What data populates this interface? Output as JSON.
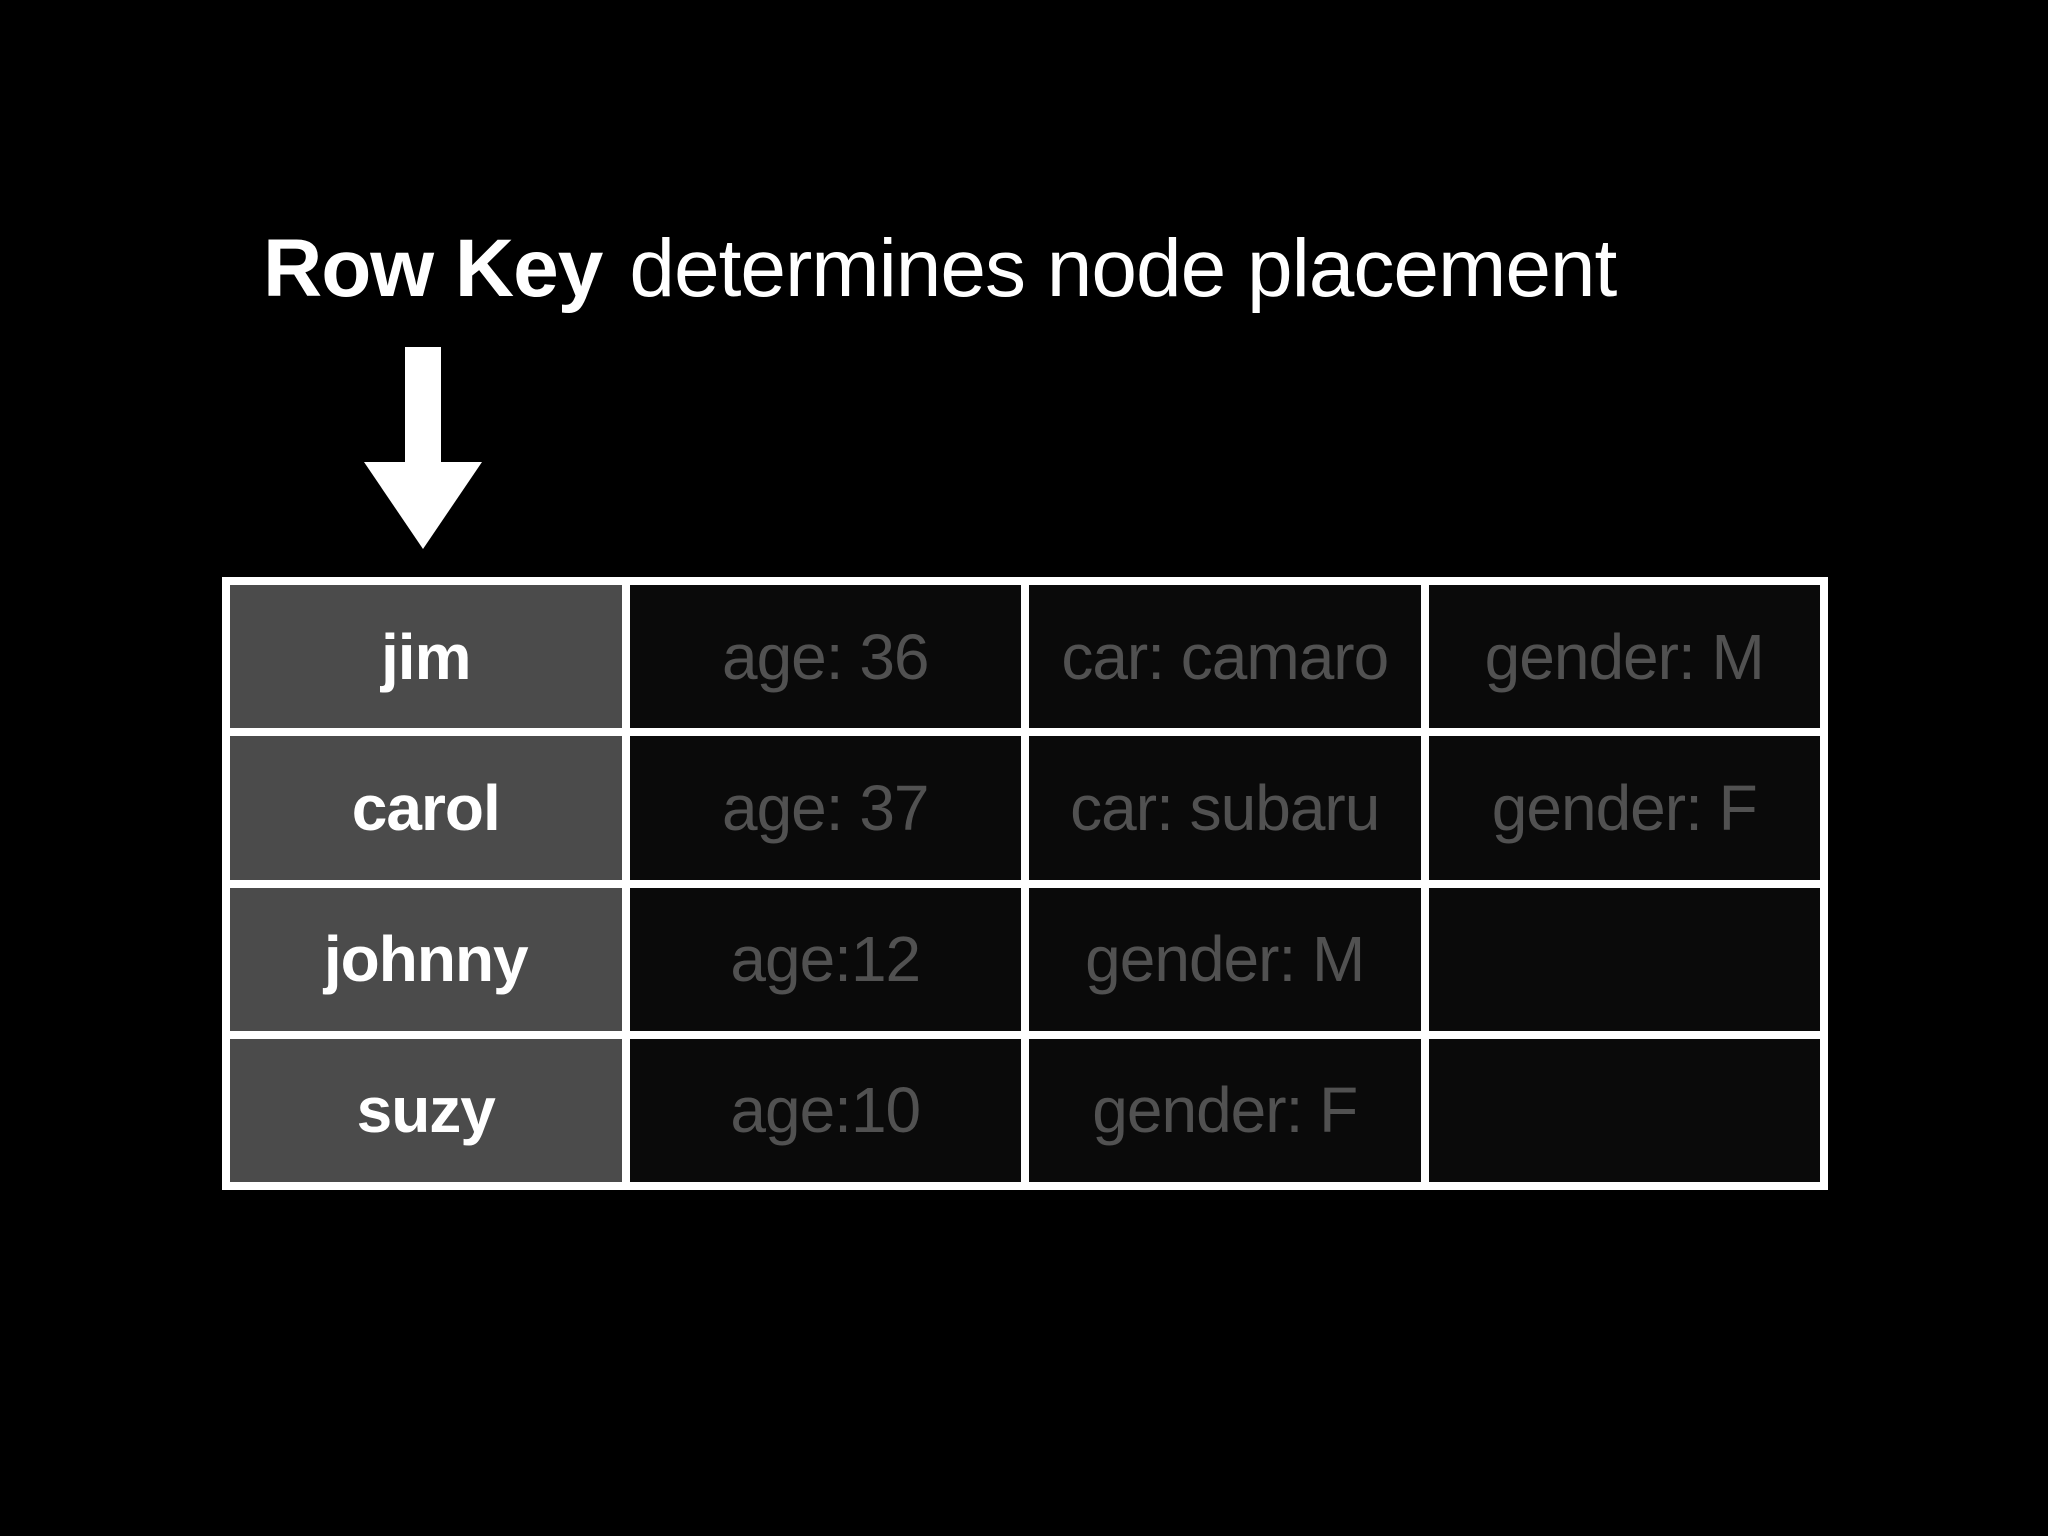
{
  "title": {
    "bold": "Row Key",
    "regular": "determines node placement"
  },
  "icons": {
    "down_arrow": "down-arrow-icon"
  },
  "table": {
    "rows": [
      {
        "key": "jim",
        "cells": [
          "age: 36",
          "car: camaro",
          "gender: M"
        ]
      },
      {
        "key": "carol",
        "cells": [
          "age: 37",
          "car: subaru",
          "gender: F"
        ]
      },
      {
        "key": "johnny",
        "cells": [
          "age:12",
          "gender: M",
          ""
        ]
      },
      {
        "key": "suzy",
        "cells": [
          "age:10",
          "gender: F",
          ""
        ]
      }
    ]
  },
  "colors": {
    "background": "#000000",
    "title_text": "#ffffff",
    "key_cell_bg": "#4b4b4b",
    "key_cell_text": "#ffffff",
    "attr_cell_bg": "#0a0a0a",
    "attr_text": "#515151",
    "grid_border": "#ffffff",
    "arrow": "#ffffff"
  }
}
